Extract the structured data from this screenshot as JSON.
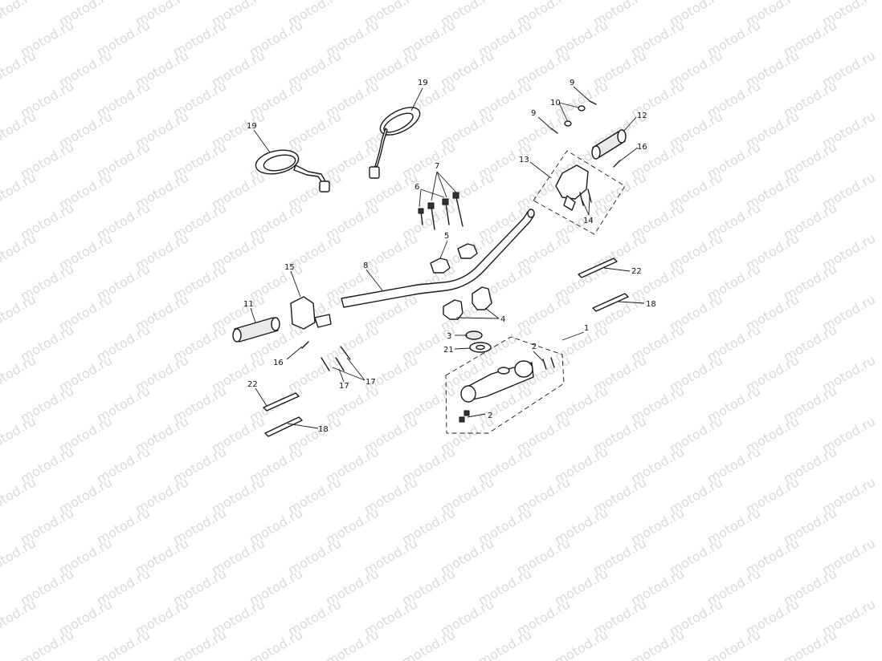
{
  "watermark": "motod.ru",
  "callouts": [
    "1",
    "2",
    "3",
    "4",
    "5",
    "6",
    "7",
    "8",
    "9",
    "10",
    "11",
    "12",
    "13",
    "14",
    "15",
    "16",
    "17",
    "18",
    "19",
    "21",
    "22"
  ]
}
